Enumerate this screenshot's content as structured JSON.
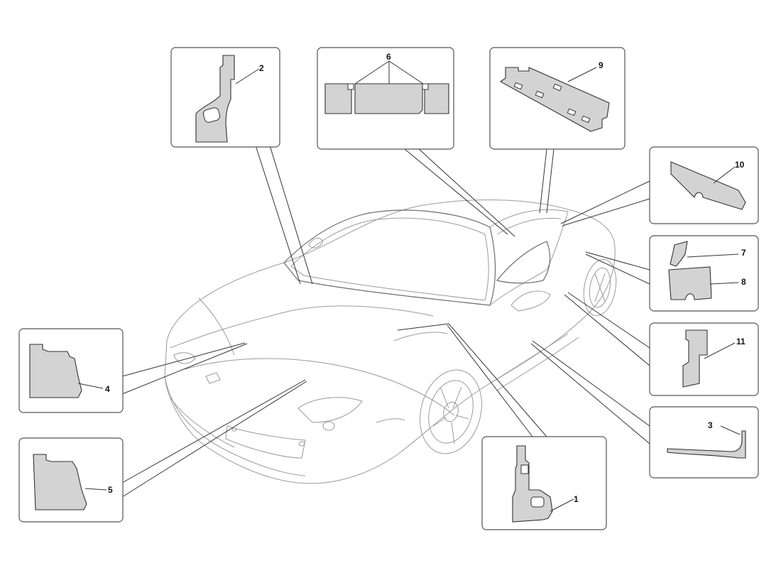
{
  "callouts": {
    "c1": "1",
    "c2": "2",
    "c3": "3",
    "c4": "4",
    "c5": "5",
    "c6": "6",
    "c7": "7",
    "c8": "8",
    "c9": "9",
    "c10": "10",
    "c11": "11"
  },
  "colors": {
    "part_fill": "#d3d3d3",
    "outline": "#555555",
    "car_line": "#9a9a9a"
  }
}
